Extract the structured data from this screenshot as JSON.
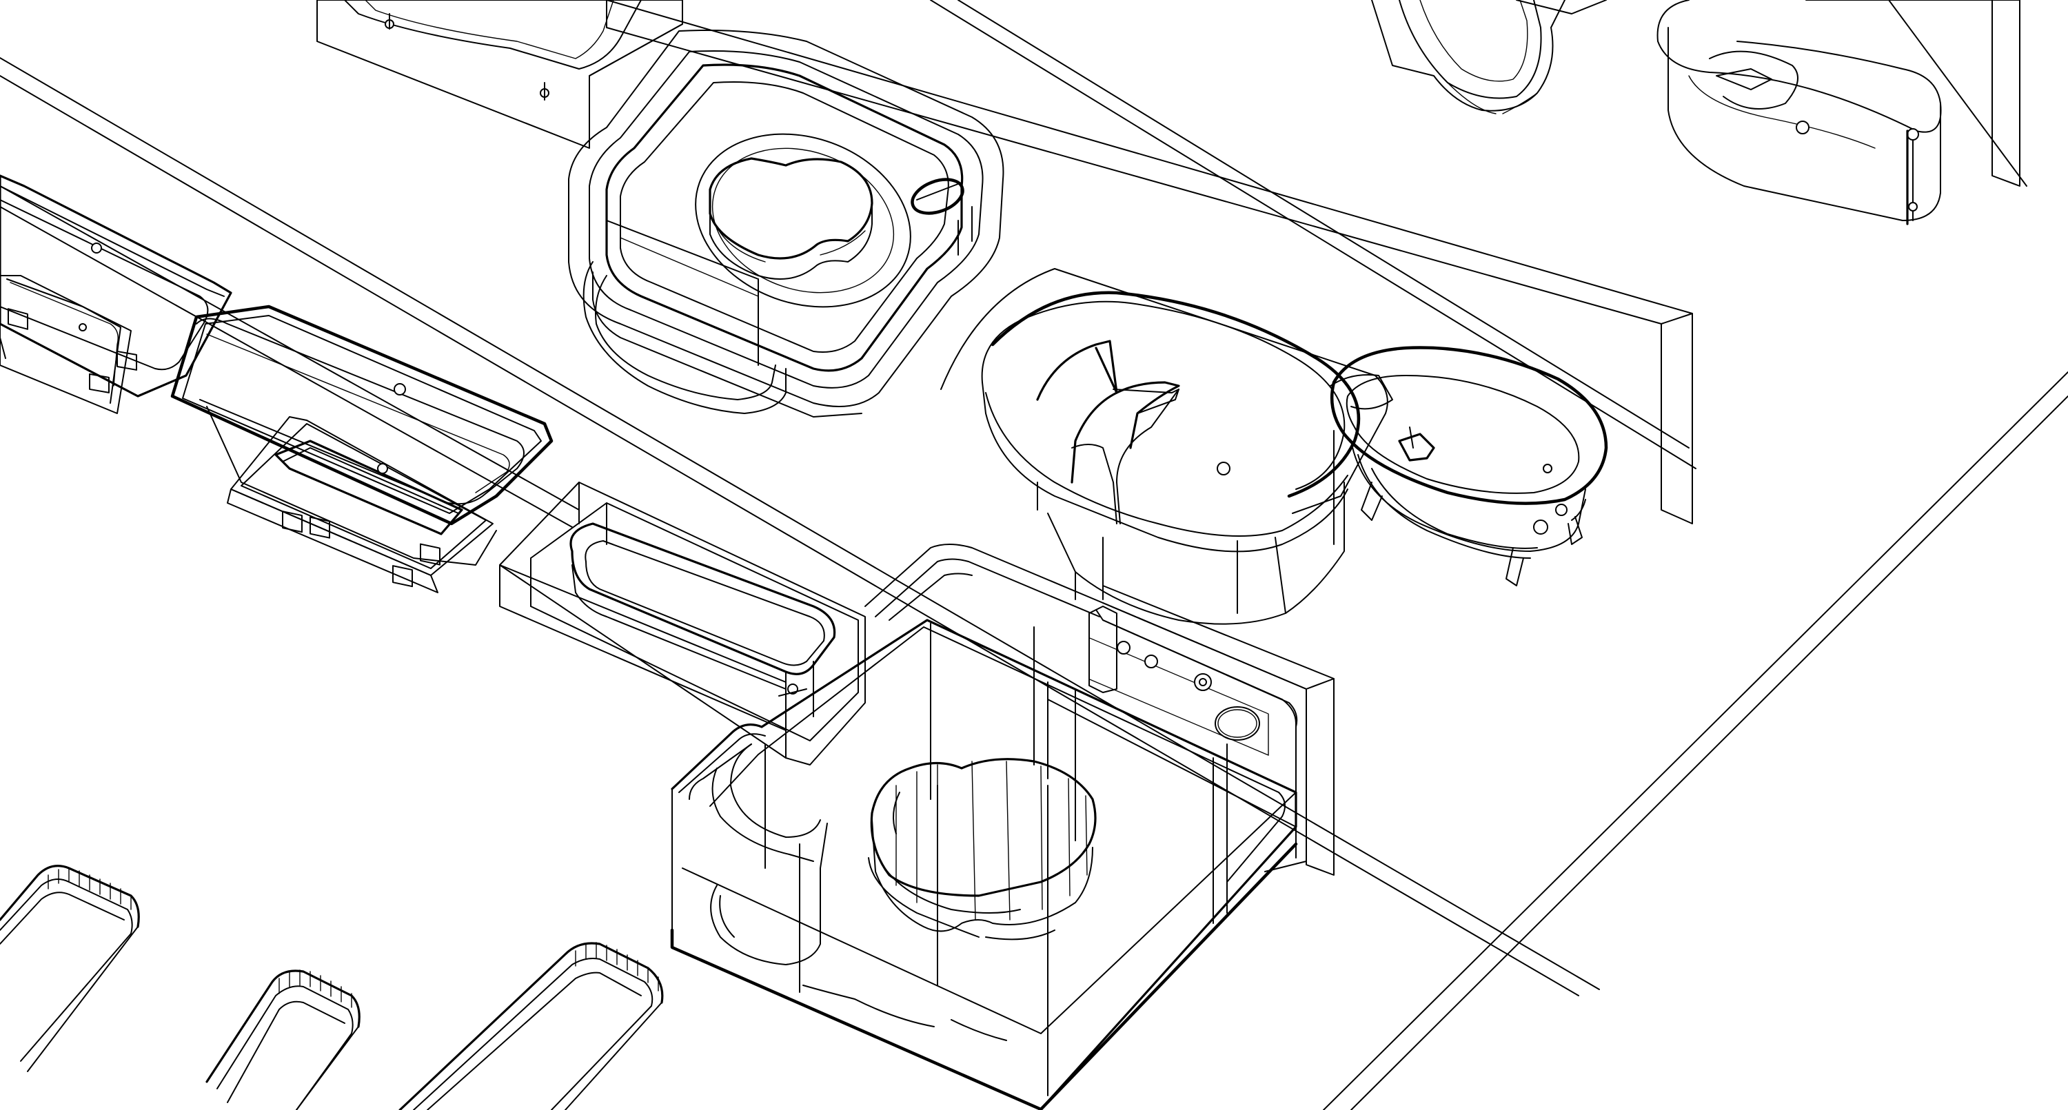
{
  "view": {
    "type": "isometric wireframe line drawing",
    "background_color": "#ffffff",
    "line_color": "#000000"
  },
  "objects": [
    {
      "id": "tub-top-center-cropped",
      "icon": "bathtub-icon"
    },
    {
      "id": "toilet-top-right-cropped",
      "icon": "toilet-icon"
    },
    {
      "id": "oval-tub-top-right",
      "icon": "bathtub-icon"
    },
    {
      "id": "rounded-square-spa-tub",
      "icon": "bathtub-icon"
    },
    {
      "id": "left-edge-drop-in-tub",
      "icon": "bathtub-icon"
    },
    {
      "id": "drop-in-tub-with-frame",
      "icon": "bathtub-icon"
    },
    {
      "id": "corner-tub-with-seat",
      "icon": "bathtub-icon"
    },
    {
      "id": "clawfoot-tub",
      "icon": "bathtub-icon"
    },
    {
      "id": "alcove-tub",
      "icon": "bathtub-icon"
    },
    {
      "id": "large-square-whirlpool-tub",
      "icon": "bathtub-icon"
    },
    {
      "id": "rounded-tub-outlines-bottom",
      "icon": "bathtub-icon"
    }
  ]
}
